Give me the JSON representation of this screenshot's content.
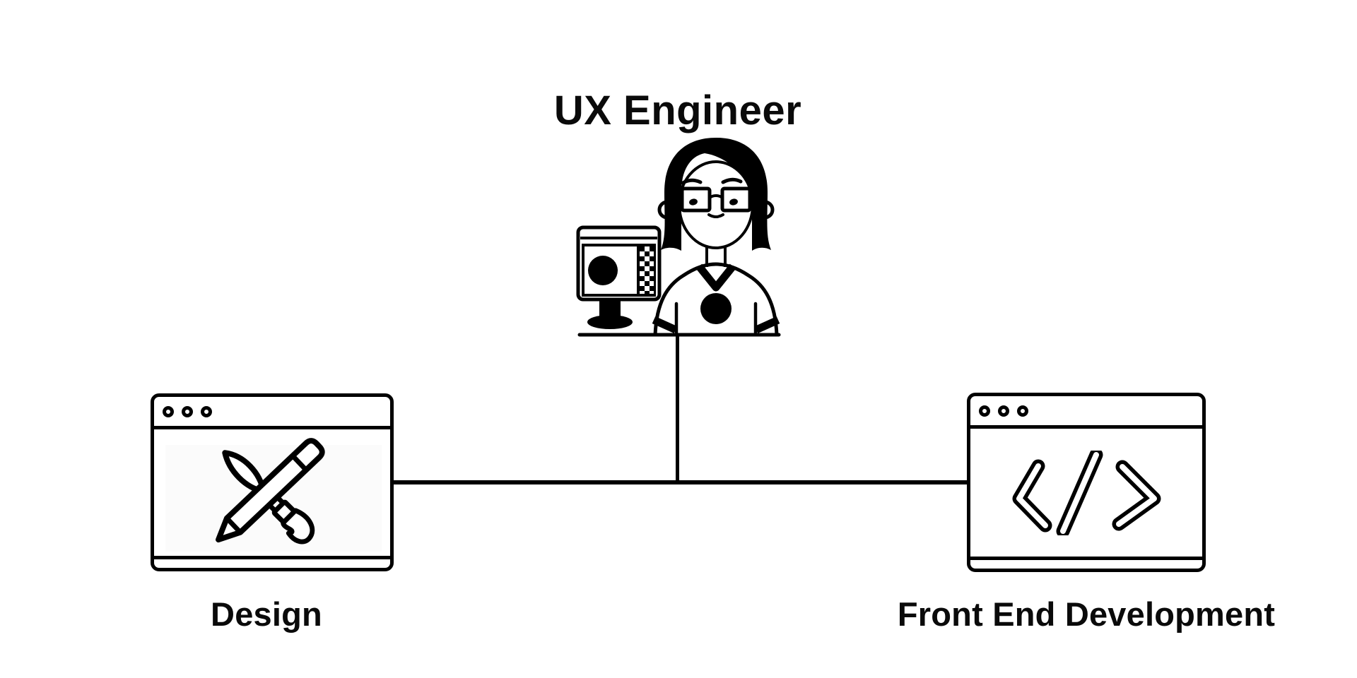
{
  "page": {
    "background": "#ffffff",
    "ink": "#000000",
    "canvas_tint": "#fbfbfb"
  },
  "diagram": {
    "title": "UX Engineer",
    "center": {
      "illustration": "woman-with-glasses-at-computer",
      "elements": [
        "bob-haircut",
        "rectangular-glasses",
        "v-neck-shirt",
        "chest-dot",
        "computer-monitor",
        "design-app-screen",
        "monitor-stand",
        "desk-line"
      ]
    },
    "branches": [
      {
        "id": "design",
        "label": "Design",
        "icon": "pencil-and-brush-icon",
        "window_dots": 3
      },
      {
        "id": "front-end",
        "label": "Front End Development",
        "icon": "code-tag-icon",
        "window_dots": 3
      }
    ]
  }
}
